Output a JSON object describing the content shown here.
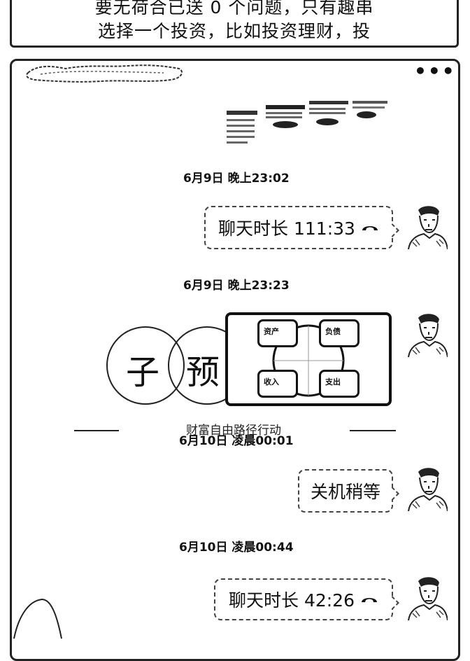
{
  "top_card": {
    "line1": "要无荷合已送 0 个问题，只有趣串",
    "line2": "选择一个投资，比如投资理财，投"
  },
  "chat": {
    "more_icon": "more-horizontal-icon",
    "messages": [
      {
        "type": "timestamp",
        "text": "6月9日 晚上23:02"
      },
      {
        "type": "call",
        "text": "聊天时长 111:33",
        "icon": "phone-hangup-icon"
      },
      {
        "type": "timestamp",
        "text": "6月9日 晚上23:23"
      },
      {
        "type": "image",
        "chars": [
          "子",
          "预"
        ],
        "diagram_labels": [
          "资产",
          "负债",
          "收入",
          "支出"
        ],
        "overlay_caption": "财富自由路径行动"
      },
      {
        "type": "timestamp",
        "text": "6月10日 凌晨00:01"
      },
      {
        "type": "text",
        "text": "关机稍等"
      },
      {
        "type": "timestamp",
        "text": "6月10日 凌晨00:44"
      },
      {
        "type": "call",
        "text": "聊天时长 42:26",
        "icon": "phone-hangup-icon"
      }
    ]
  }
}
